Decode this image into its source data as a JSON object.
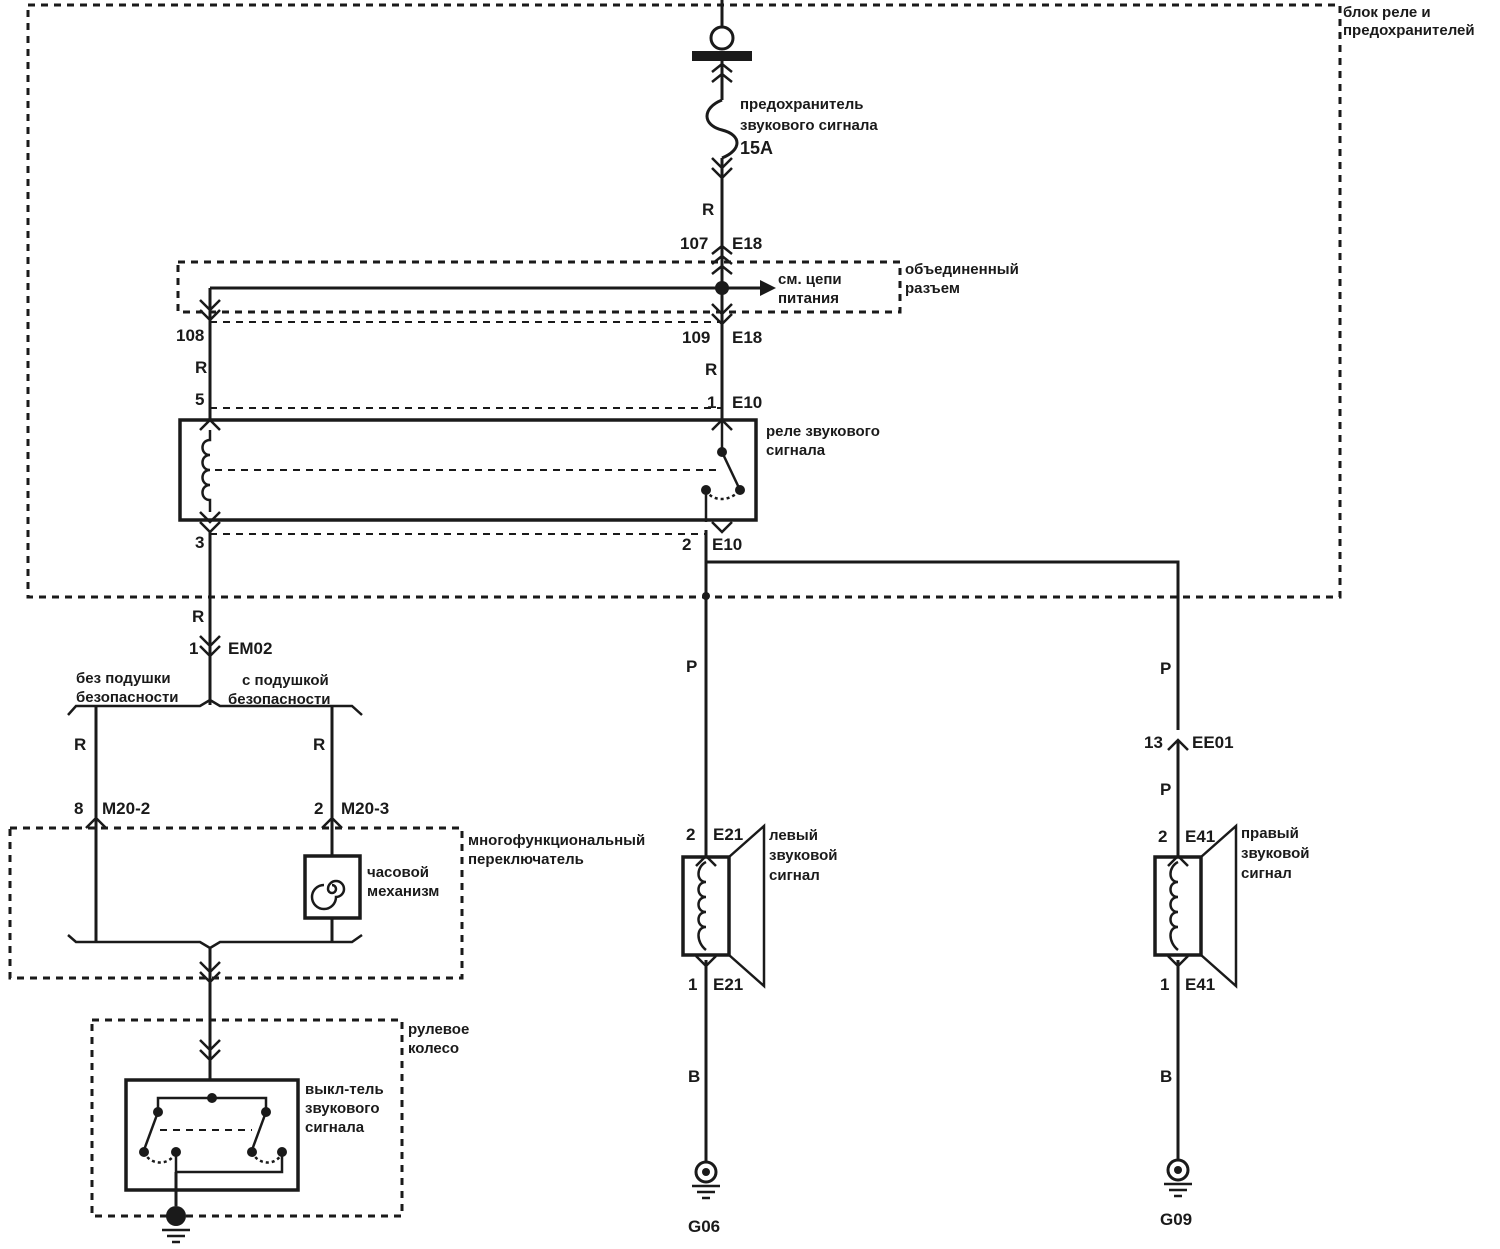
{
  "labels": {
    "relay_block": [
      "блок реле и",
      "предохранителей"
    ],
    "fuse": [
      "предохранитель",
      "звукового сигнала"
    ],
    "fuse_rating": "15A",
    "joint_connector": [
      "объединенный",
      "разъем"
    ],
    "see_power": [
      "см. цепи",
      "питания"
    ],
    "horn_relay": [
      "реле звукового",
      "сигнала"
    ],
    "no_airbag": [
      "без подушки",
      "безопасности"
    ],
    "with_airbag": [
      "с подушкой",
      "безопасности"
    ],
    "multifunction_switch": [
      "многофункциональный",
      "переключатель"
    ],
    "clock_spring": [
      "часовой",
      "механизм"
    ],
    "steering_wheel": [
      "рулевое",
      "колесо"
    ],
    "horn_switch": [
      "выкл-тель",
      "звукового",
      "сигнала"
    ],
    "left_horn": [
      "левый",
      "звуковой",
      "сигнал"
    ],
    "right_horn": [
      "правый",
      "звуковой",
      "сигнал"
    ]
  },
  "wires": {
    "fuse_out": "R",
    "c108": "R",
    "c109": "R",
    "em02": "R",
    "m20_2": "R",
    "m20_3": "R",
    "left_p": "P",
    "right_p1": "P",
    "right_p2": "P",
    "left_b": "B",
    "right_b": "B"
  },
  "pins": {
    "p107": "107",
    "e18a": "E18",
    "p108": "108",
    "p109": "109",
    "e18b": "E18",
    "p5": "5",
    "p1": "1",
    "e10a": "E10",
    "p3": "3",
    "p2": "2",
    "e10b": "E10",
    "em02_pin": "1",
    "em02": "EM02",
    "m20_2_pin": "8",
    "m20_2": "M20-2",
    "m20_3_pin": "2",
    "m20_3": "M20-3",
    "e21_top_pin": "2",
    "e21_top": "E21",
    "e21_bot_pin": "1",
    "e21_bot": "E21",
    "ee01_pin": "13",
    "ee01": "EE01",
    "e41_top_pin": "2",
    "e41_top": "E41",
    "e41_bot_pin": "1",
    "e41_bot": "E41"
  },
  "grounds": {
    "left": "G06",
    "right": "G09"
  }
}
